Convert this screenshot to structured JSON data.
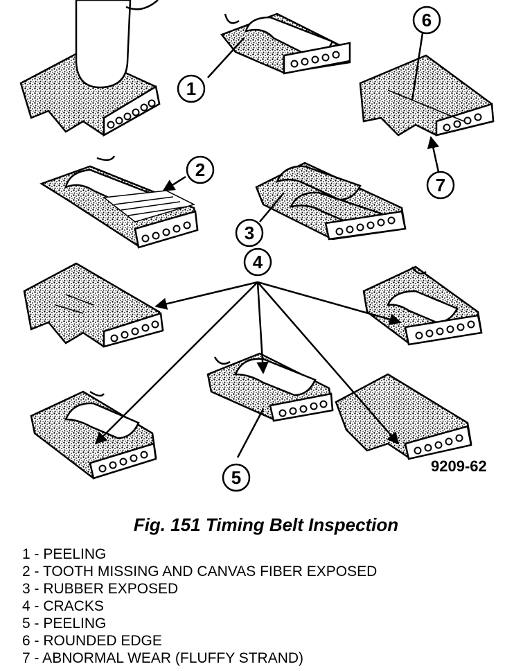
{
  "figure_code": "9209-62",
  "caption": "Fig. 151 Timing Belt Inspection",
  "callouts": [
    {
      "num": "1"
    },
    {
      "num": "2"
    },
    {
      "num": "3"
    },
    {
      "num": "4"
    },
    {
      "num": "5"
    },
    {
      "num": "6"
    },
    {
      "num": "7"
    }
  ],
  "legend": [
    "1 - PEELING",
    "2 - TOOTH MISSING AND CANVAS FIBER EXPOSED",
    "3 - RUBBER EXPOSED",
    "4 - CRACKS",
    "5 - PEELING",
    "6 - ROUNDED EDGE",
    "7 - ABNORMAL WEAR (FLUFFY STRAND)"
  ],
  "colors": {
    "ink": "#000000",
    "background": "#ffffff"
  }
}
